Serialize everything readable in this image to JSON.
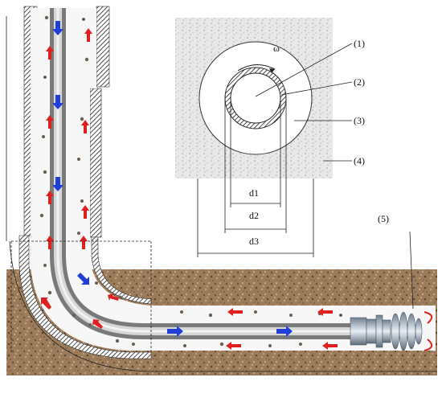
{
  "labels": {
    "p1": "(1)",
    "p2": "(2)",
    "p3": "(3)",
    "p4": "(4)",
    "p5": "(5)",
    "omega": "ω",
    "d1": "d1",
    "d2": "d2",
    "d3": "d3"
  },
  "colors": {
    "down_arrow": "#1f3fd6",
    "up_arrow": "#e02020",
    "formation": "#9a7a58",
    "pipe": "#b4b4b4",
    "annulus": "#f7f7f7",
    "inset_background": "#e4e4e4"
  },
  "icons": {
    "down_flow": "blue-arrow-icon",
    "up_flow": "red-arrow-icon",
    "cutter": "bit-icon"
  }
}
